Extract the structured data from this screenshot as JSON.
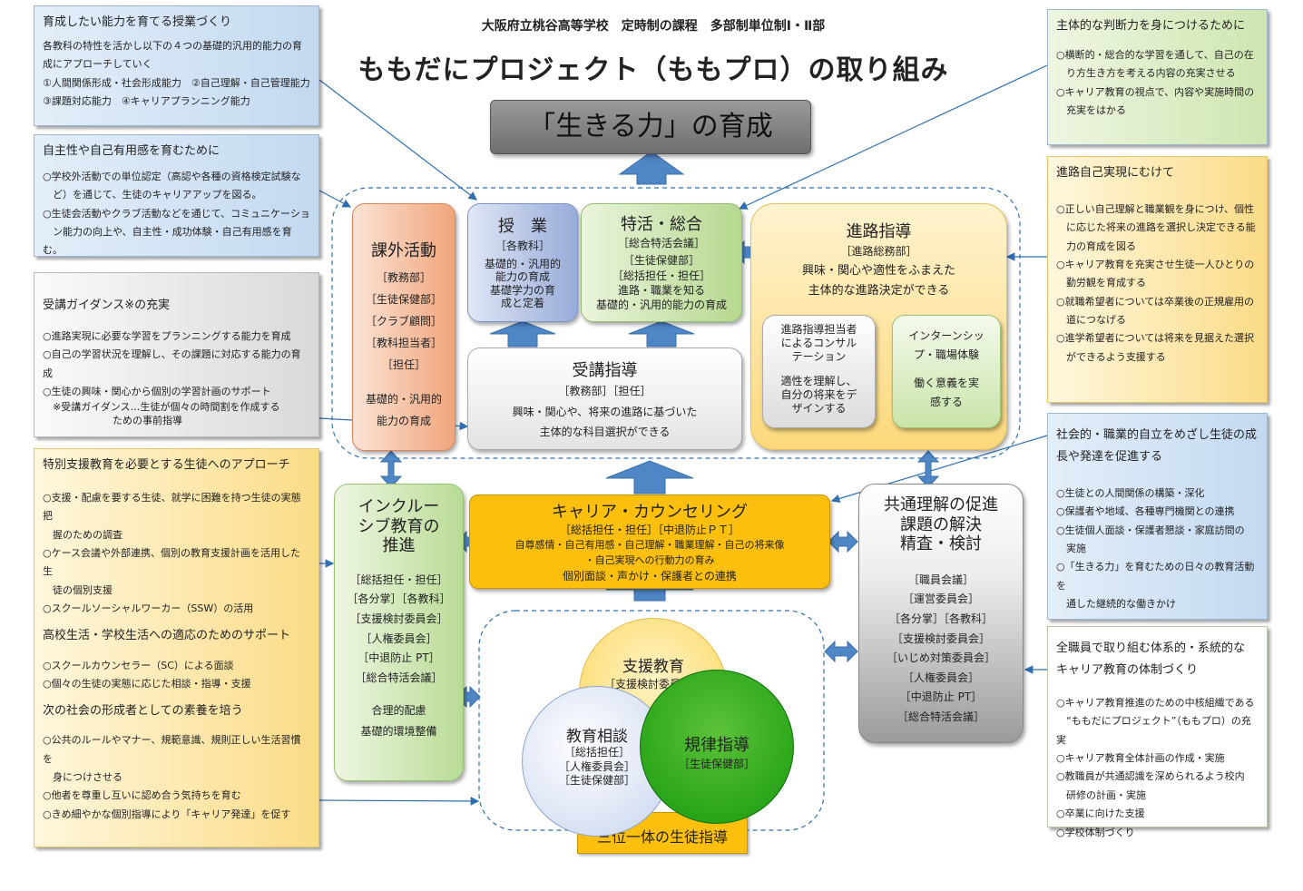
{
  "header": {
    "school": "大阪府立桃谷高等学校　定時制の課程　多部制単位制Ⅰ・Ⅱ部",
    "title": "ももだにプロジェクト（ももプロ）の取り組み"
  },
  "goal": "「生きる力」の育成",
  "left_notes": {
    "n1": {
      "title": "育成したい能力を育てる授業づくり",
      "lines": [
        "各教科の特性を活かし以下の４つの基礎的汎用的能力の育",
        "成にアプローチしていく",
        "①人間関係形成・社会形成能力　②自己理解・自己管理能力",
        "③課題対応能力　④キャリアプランニング能力"
      ]
    },
    "n2": {
      "title": "自主性や自己有用感を育むために",
      "lines": [
        "○学校外活動での単位認定（高認や各種の資格検定試験な",
        "　ど）を通じて、生徒のキャリアアップを図る。",
        "○生徒会活動やクラブ活動などを通じて、コミュニケーショ",
        "　ン能力の向上や、自主性・成功体験・自己有用感を育む。"
      ]
    },
    "n3": {
      "title": "受講ガイダンス※の充実",
      "lines": [
        "○進路実現に必要な学習をプランニングする能力を育成",
        "○自己の学習状況を理解し、その課題に対応する能力の育成",
        "○生徒の興味・関心から個別の学習計画のサポート",
        "　※受講ガイダンス…生徒が個々の時間割を作成する",
        "　　　　　　　ための事前指導"
      ]
    },
    "n4": {
      "title": "特別支援教育を必要とする生徒へのアプローチ",
      "lines1": [
        "○支援・配慮を要する生徒、就学に困難を持つ生徒の実態把",
        "　握のための調査",
        "○ケース会議や外部連携、個別の教育支援計画を活用した生",
        "　徒の個別支援",
        "○スクールソーシャルワーカー（SSW）の活用"
      ],
      "title2": "高校生活・学校生活への適応のためのサポート",
      "lines2": [
        "○スクールカウンセラー（SC）による面談",
        "○個々の生徒の実態に応じた相談・指導・支援"
      ],
      "title3": "次の社会の形成者としての素養を培う",
      "lines3": [
        "○公共のルールやマナー、規範意識、規則正しい生活習慣を",
        "　身につけさせる",
        "○他者を尊重し互いに認め合う気持ちを育む",
        "○きめ細やかな個別指導により「キャリア発達」を促す"
      ]
    }
  },
  "right_notes": {
    "r1": {
      "title": "主体的な判断力を身につけるために",
      "lines": [
        "○横断的・総合的な学習を通して、自己の在",
        "　り方生き方を考える内容の充実させる",
        "○キャリア教育の視点で、内容や実施時間の",
        "　充実をはかる"
      ]
    },
    "r2": {
      "title": "進路自己実現にむけて",
      "lines": [
        "○正しい自己理解と職業観を身につけ、個性",
        "　に応じた将来の進路を選択し決定できる能",
        "　力の育成を図る",
        "○キャリア教育を充実させ生徒一人ひとりの",
        "　勤労観を育成する",
        "○就職希望者については卒業後の正規雇用の",
        "　道につなげる",
        "○進学希望者については将来を見据えた選択",
        "　ができるよう支援する"
      ]
    },
    "r3": {
      "title_lines": [
        "社会的・職業的自立をめざし生徒の成",
        "長や発達を促進する"
      ],
      "lines": [
        "○生徒との人間関係の構築・深化",
        "○保護者や地域、各種専門機関との連携",
        "○生徒個人面談・保護者懇談・家庭訪問の",
        "　実施",
        "○「生きる力」を育むための日々の教育活動を",
        "　通した継続的な働きかけ"
      ]
    },
    "r4": {
      "title_lines": [
        "全職員で取り組む体系的・系統的な",
        "キャリア教育の体制づくり"
      ],
      "lines": [
        "○キャリア教育推進のための中核組織である",
        "　“ももだにプロジェクト”（ももプロ）の充実",
        "○キャリア教育全体計画の作成・実施",
        "○教職員が共通認識を深められるよう校内",
        "　研修の計画・実施",
        "○卒業に向けた支援",
        "○学校体制づくり"
      ]
    }
  },
  "boxes": {
    "extra": {
      "title": "課外活動",
      "lines": [
        "［教務部］",
        "［生徒保健部］",
        "［クラブ顧問］",
        "［教科担当者］",
        "［担任］"
      ],
      "desc": [
        "基礎的・汎用的",
        "能力の育成"
      ]
    },
    "class": {
      "title": "授　業",
      "dept": "［各教科］",
      "lines": [
        "基礎的・汎用的",
        "能力の育成",
        "基礎学力の育",
        "成と定着"
      ]
    },
    "tokkatsu": {
      "title": "特活・総合",
      "dept": [
        "［総合特活会議］",
        "［生徒保健部］",
        "［総括担任・担任］"
      ],
      "lines": [
        "進路・職業を知る",
        "基礎的・汎用的能力の育成"
      ]
    },
    "shinro": {
      "title": "進路指導",
      "dept": "［進路総務部］",
      "lines": [
        "興味・関心や適性をふまえた",
        "主体的な進路決定ができる"
      ],
      "sub1": [
        "進路指導担当者",
        "によるコンサル",
        "テーション",
        "",
        "適性を理解し、",
        "自分の将来をデ",
        "ザインする"
      ],
      "sub2": [
        "インターンシッ",
        "プ・職場体験",
        "",
        "働く意義を実",
        "感する"
      ]
    },
    "juko": {
      "title": "受講指導",
      "dept": "［教務部］［担任］",
      "lines": [
        "興味・関心や、将来の進路に基づいた",
        "主体的な科目選択ができる"
      ]
    },
    "inclusive": {
      "title": [
        "インクルー",
        "シブ教育の",
        "推進"
      ],
      "lines": [
        "［総括担任・担任］",
        "［各分掌］［各教科］",
        "［支援検討委員会］",
        "［人権委員会］",
        "［中退防止 PT］",
        "［総合特活会議］"
      ],
      "desc": [
        "合理的配慮",
        "基礎的環境整備"
      ]
    },
    "career": {
      "title": "キャリア・カウンセリング",
      "dept": "［総括担任・担任］［中退防止ＰＴ］",
      "lines": [
        "自尊感情・自己有用感・自己理解・職業理解・自己の将来像",
        "・自己実現への行動力の育み"
      ],
      "last": "個別面談・声かけ・保護者との連携"
    },
    "common": {
      "title": [
        "共通理解の促進",
        "課題の解決",
        "精査・検討"
      ],
      "lines": [
        "［職員会議］",
        "［運営委員会］",
        "［各分掌］［各教科］",
        "［支援検討委員会］",
        "［いじめ対策委員会］",
        "［人権委員会］",
        "［中退防止 PT］",
        "［総合特活会議］"
      ]
    }
  },
  "venn": {
    "support": {
      "title": "支援教育",
      "dept": "［支援検討委員会］"
    },
    "counsel": {
      "title": "教育相談",
      "dept": [
        "［総括担任］",
        "［人権委員会］",
        "［生徒保健部］"
      ]
    },
    "discipline": {
      "title": "規律指導",
      "dept": "［生徒保健部］"
    },
    "label": "三位一体の生徒指導"
  }
}
